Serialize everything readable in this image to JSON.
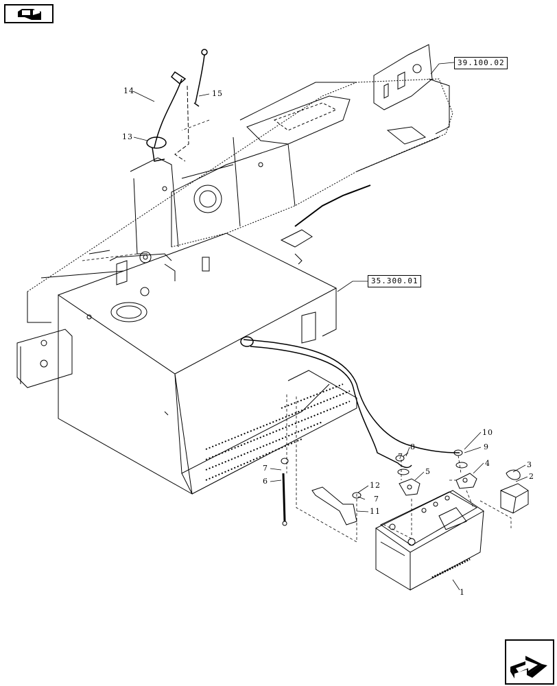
{
  "nav": {
    "prev_icon": "arrow-back-icon",
    "next_icon": "arrow-forward-icon"
  },
  "references": {
    "top": "39.100.02",
    "mid": "35.300.01"
  },
  "parts": {
    "p1": "1",
    "p2": "2",
    "p3": "3",
    "p4": "4",
    "p5": "5",
    "p6": "6",
    "p7a": "7",
    "p7b": "7",
    "p7c": "7",
    "p8": "8",
    "p9": "9",
    "p10": "10",
    "p11": "11",
    "p12": "12",
    "p13": "13",
    "p14": "14",
    "p15": "15"
  }
}
